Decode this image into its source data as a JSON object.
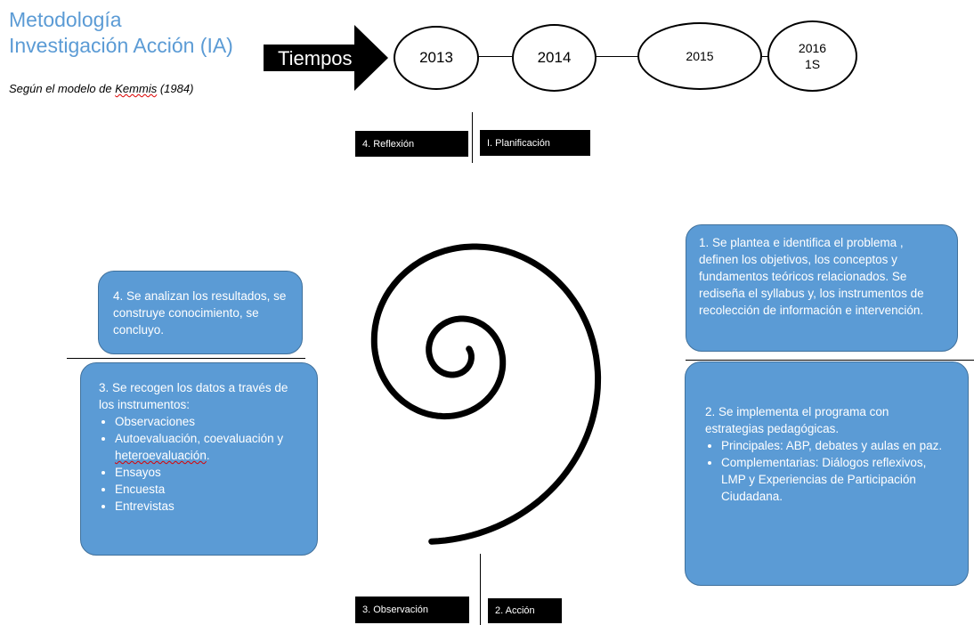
{
  "title": {
    "line1": "Metodología",
    "line2": "Investigación Acción (IA)"
  },
  "subtitle": {
    "prefix": "Según el modelo de ",
    "author": "Kemmis",
    "year": " (1984)"
  },
  "arrow": {
    "label": "Tiempos"
  },
  "timeline": {
    "years": [
      "2013",
      "2014",
      "2015",
      "2016"
    ],
    "year4_sub": "1S"
  },
  "phase_labels": {
    "reflexion": "4. Reflexión",
    "planificacion": "I. Planificación",
    "observacion": "3. Observación",
    "accion": "2. Acción"
  },
  "boxes": {
    "box1": {
      "text": "1. Se plantea e identifica el problema , definen los objetivos, los conceptos y fundamentos teóricos relacionados. Se rediseña el syllabus y, los instrumentos de recolección de información  e intervención."
    },
    "box2": {
      "intro": "2. Se implementa el programa con estrategias pedagógicas.",
      "items": [
        "Principales: ABP, debates y aulas en paz.",
        "Complementarias: Diálogos reflexivos, LMP y Experiencias de Participación Ciudadana."
      ]
    },
    "box3": {
      "intro": "3. Se recogen los datos a través de los instrumentos:",
      "items": [
        "Observaciones",
        "Autoevaluación, coevaluación y",
        "Ensayos",
        "Encuesta",
        "Entrevistas"
      ],
      "hetero": "heteroevaluación",
      "hetero_tail": "."
    },
    "box4": {
      "text": "4. Se analizan los resultados, se construye conocimiento, se concluyo."
    }
  },
  "colors": {
    "box_fill": "#5b9bd5",
    "box_border": "#41719c",
    "title": "#5b9bd5",
    "spiral": "#000000"
  }
}
